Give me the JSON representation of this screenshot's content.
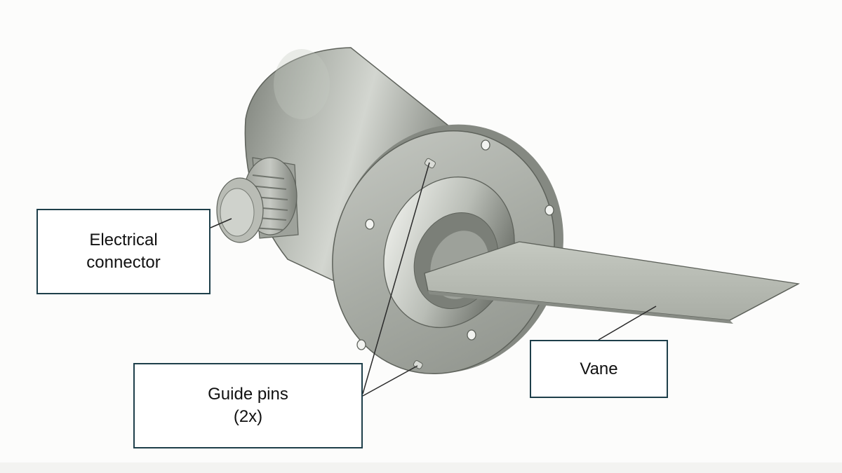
{
  "callouts": {
    "electrical_connector": {
      "line1": "Electrical",
      "line2": "connector"
    },
    "guide_pins": {
      "line1": "Guide pins",
      "line2": "(2x)"
    },
    "vane": {
      "text": "Vane"
    }
  },
  "colors": {
    "box_border": "#1e3f4a",
    "leader_line": "#2a2a2a",
    "metal_light": "#c9ccc6",
    "metal_mid": "#9a9e96",
    "metal_dark": "#5e625b",
    "background": "#fcfcfb"
  }
}
